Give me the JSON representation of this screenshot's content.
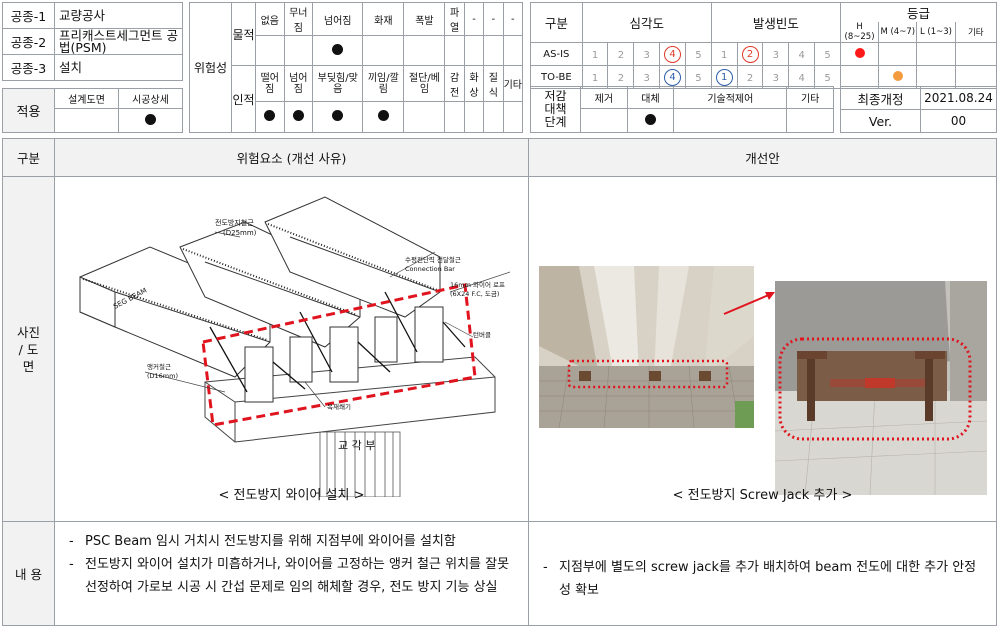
{
  "work_types": [
    {
      "label": "공종-1",
      "value": "교량공사"
    },
    {
      "label": "공종-2",
      "value": "프리캐스트세그먼트 공법(PSM)"
    },
    {
      "label": "공종-3",
      "value": "설치"
    }
  ],
  "applied": {
    "label": "적용",
    "cols": [
      "설계도면",
      "시공상세"
    ],
    "marks": [
      false,
      true
    ]
  },
  "hazard": {
    "label": "위험성",
    "material": {
      "label": "물적",
      "items": [
        "없음",
        "무너짐",
        "넘어짐",
        "화재",
        "폭발",
        "파열",
        "-",
        "-",
        "-"
      ],
      "marks": [
        false,
        false,
        true,
        false,
        false,
        false,
        false,
        false,
        false
      ]
    },
    "human": {
      "label": "인적",
      "items": [
        "떨어짐",
        "넘어짐",
        "부딪힘/맞음",
        "끼임/깔림",
        "절단/베임",
        "감전",
        "화상",
        "질식",
        "기타"
      ],
      "marks": [
        true,
        true,
        true,
        true,
        false,
        false,
        false,
        false,
        false
      ]
    }
  },
  "rating": {
    "col_label": "구분",
    "severity_label": "심각도",
    "frequency_label": "발생빈도",
    "grade_label": "등급",
    "grade_cols": [
      "H (8~25)",
      "M (4~7)",
      "L (1~3)",
      "기타"
    ],
    "numbers": [
      "1",
      "2",
      "3",
      "4",
      "5"
    ],
    "rows": [
      {
        "label": "AS-IS",
        "severity": 4,
        "frequency": 2,
        "grade_index": 0,
        "grade_color": "#ff1a1a"
      },
      {
        "label": "TO-BE",
        "severity": 4,
        "frequency": 1,
        "grade_index": 1,
        "grade_color": "#f39b3f"
      }
    ]
  },
  "reduction": {
    "label": "저감 대책 단계",
    "cols": [
      "제거",
      "대체",
      "기술적제어",
      "기타"
    ],
    "marks": [
      false,
      true,
      false,
      false
    ]
  },
  "revision": {
    "label": "최종개정",
    "date": "2021.08.24",
    "ver_label": "Ver.",
    "ver": "00"
  },
  "main": {
    "col_label": "구분",
    "risk_header": "위험요소 (개선 사유)",
    "improve_header": "개선안",
    "photo_label": "사진 / 도면",
    "content_label": "내 용",
    "risk_caption": "< 전도방지 와이어 설치 >",
    "improve_caption": "< 전도방지 Screw Jack 추가 >",
    "drawing_labels": {
      "anti_tipping_rebar": "전도방지철근",
      "rebar_dia": "(D25mm)",
      "connection_bar_kr": "수평전단력 전달철근",
      "connection_bar_en": "Connection Bar",
      "wire_rope": "16mm 와이어 로프",
      "wire_spec": "(6X24 F.C, 도금)",
      "turnbuckle": "턴버클",
      "anchor_rebar": "앵커철근",
      "anchor_dia": "(D16mm)",
      "bearing_block": "목재쐐기",
      "seg_beam": "SEG BEAM",
      "pier_cap": "교 각 부"
    },
    "risk_contents": [
      "PSC Beam 임시 거치시 전도방지를 위해 지점부에 와이어를 설치함",
      "전도방지 와이어 설치가 미흡하거나, 와이어를 고정하는 앵커 철근 위치를 잘못 선정하여 가로보 시공 시 간섭 문제로 임의 해체할 경우, 전도 방지 기능 상실"
    ],
    "improve_contents": [
      "지점부에 별도의 screw jack를 추가 배치하여 beam 전도에 대한 추가 안정성 확보"
    ]
  }
}
